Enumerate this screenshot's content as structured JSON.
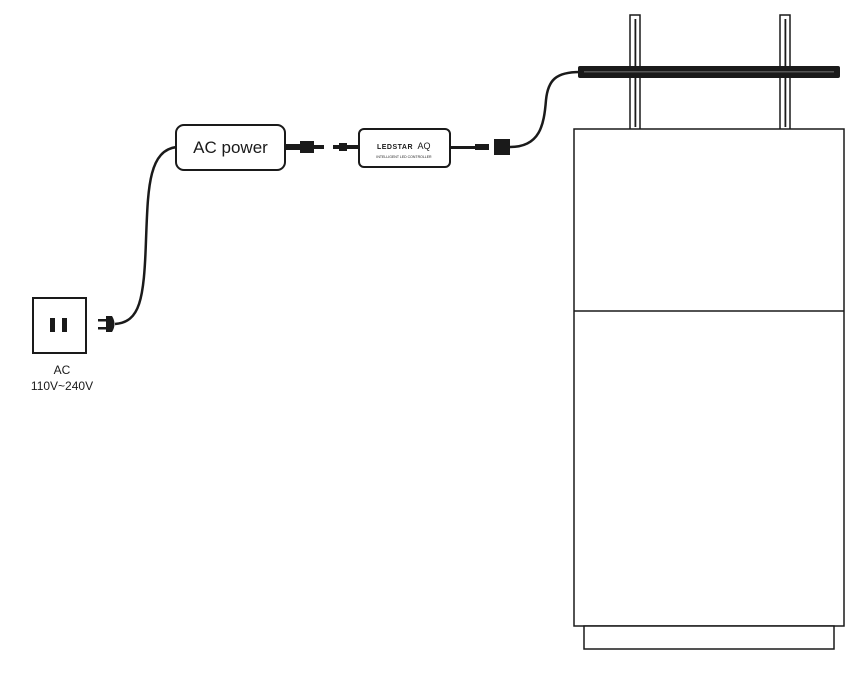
{
  "power_box": {
    "label": "AC power"
  },
  "controller": {
    "brand": "LEDSTAR",
    "model": "AQ",
    "fine_print": "INTELLIGENT LED CONTROLLER"
  },
  "outlet": {
    "label_line1": "AC",
    "label_line2": "110V~240V"
  },
  "colors": {
    "stroke": "#1a1a1a",
    "background": "#ffffff"
  }
}
